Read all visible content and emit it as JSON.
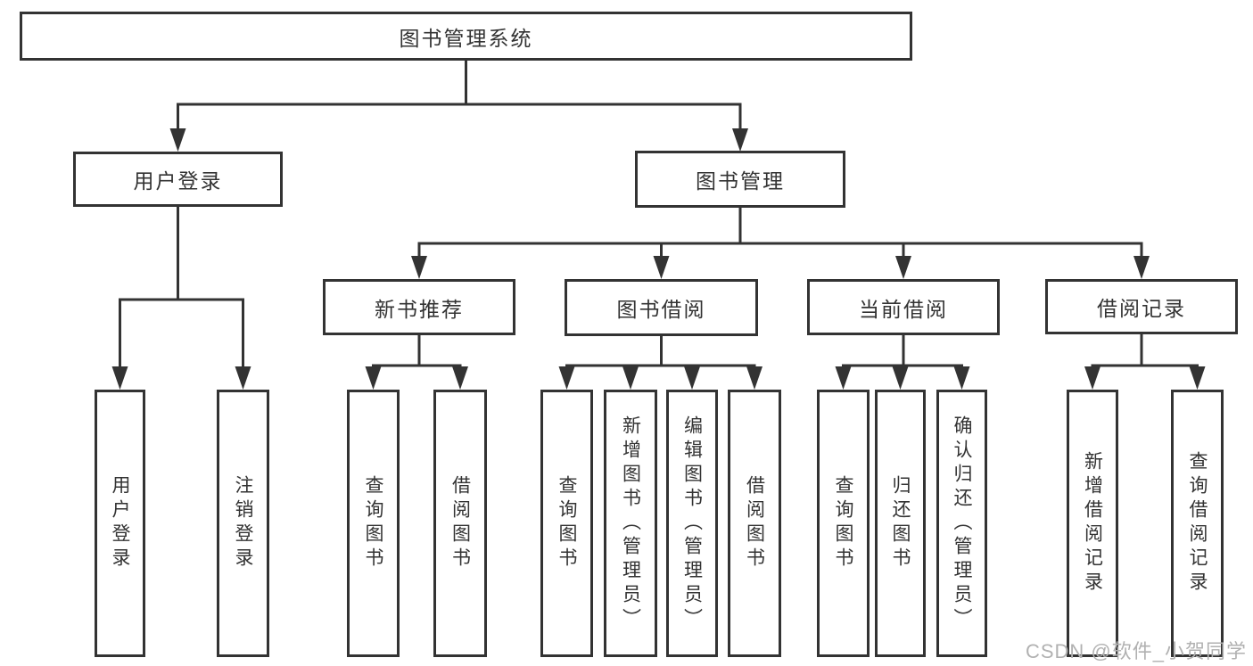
{
  "title": "图书管理系统",
  "watermark": {
    "text": "CSDN @软件_小贺同学"
  },
  "colors": {
    "line": "#333333",
    "box_border": "#333333",
    "box_bg": "#ffffff",
    "text": "#333333",
    "watermark": "#b1b1b1",
    "page_bg": "#ffffff"
  },
  "nodes": {
    "root": {
      "label": "图书管理系统"
    },
    "user_login": {
      "label": "用户登录"
    },
    "book_mgmt": {
      "label": "图书管理"
    },
    "new_book_rec": {
      "label": "新书推荐"
    },
    "book_borrow": {
      "label": "图书借阅"
    },
    "current_borrow": {
      "label": "当前借阅"
    },
    "borrow_record": {
      "label": "借阅记录"
    },
    "leaf_user_login": {
      "label": "用户登录"
    },
    "leaf_logout": {
      "label": "注销登录"
    },
    "leaf_query_book_a": {
      "label": "查询图书"
    },
    "leaf_borrow_book_a": {
      "label": "借阅图书"
    },
    "leaf_query_book_b": {
      "label": "查询图书"
    },
    "leaf_add_book": {
      "label": "新增图书（管理员）"
    },
    "leaf_edit_book": {
      "label": "编辑图书（管理员）"
    },
    "leaf_borrow_book_b": {
      "label": "借阅图书"
    },
    "leaf_query_book_c": {
      "label": "查询图书"
    },
    "leaf_return_book": {
      "label": "归还图书"
    },
    "leaf_confirm_return": {
      "label": "确认归还（管理员）"
    },
    "leaf_add_record": {
      "label": "新增借阅记录"
    },
    "leaf_query_record": {
      "label": "查询借阅记录"
    }
  }
}
